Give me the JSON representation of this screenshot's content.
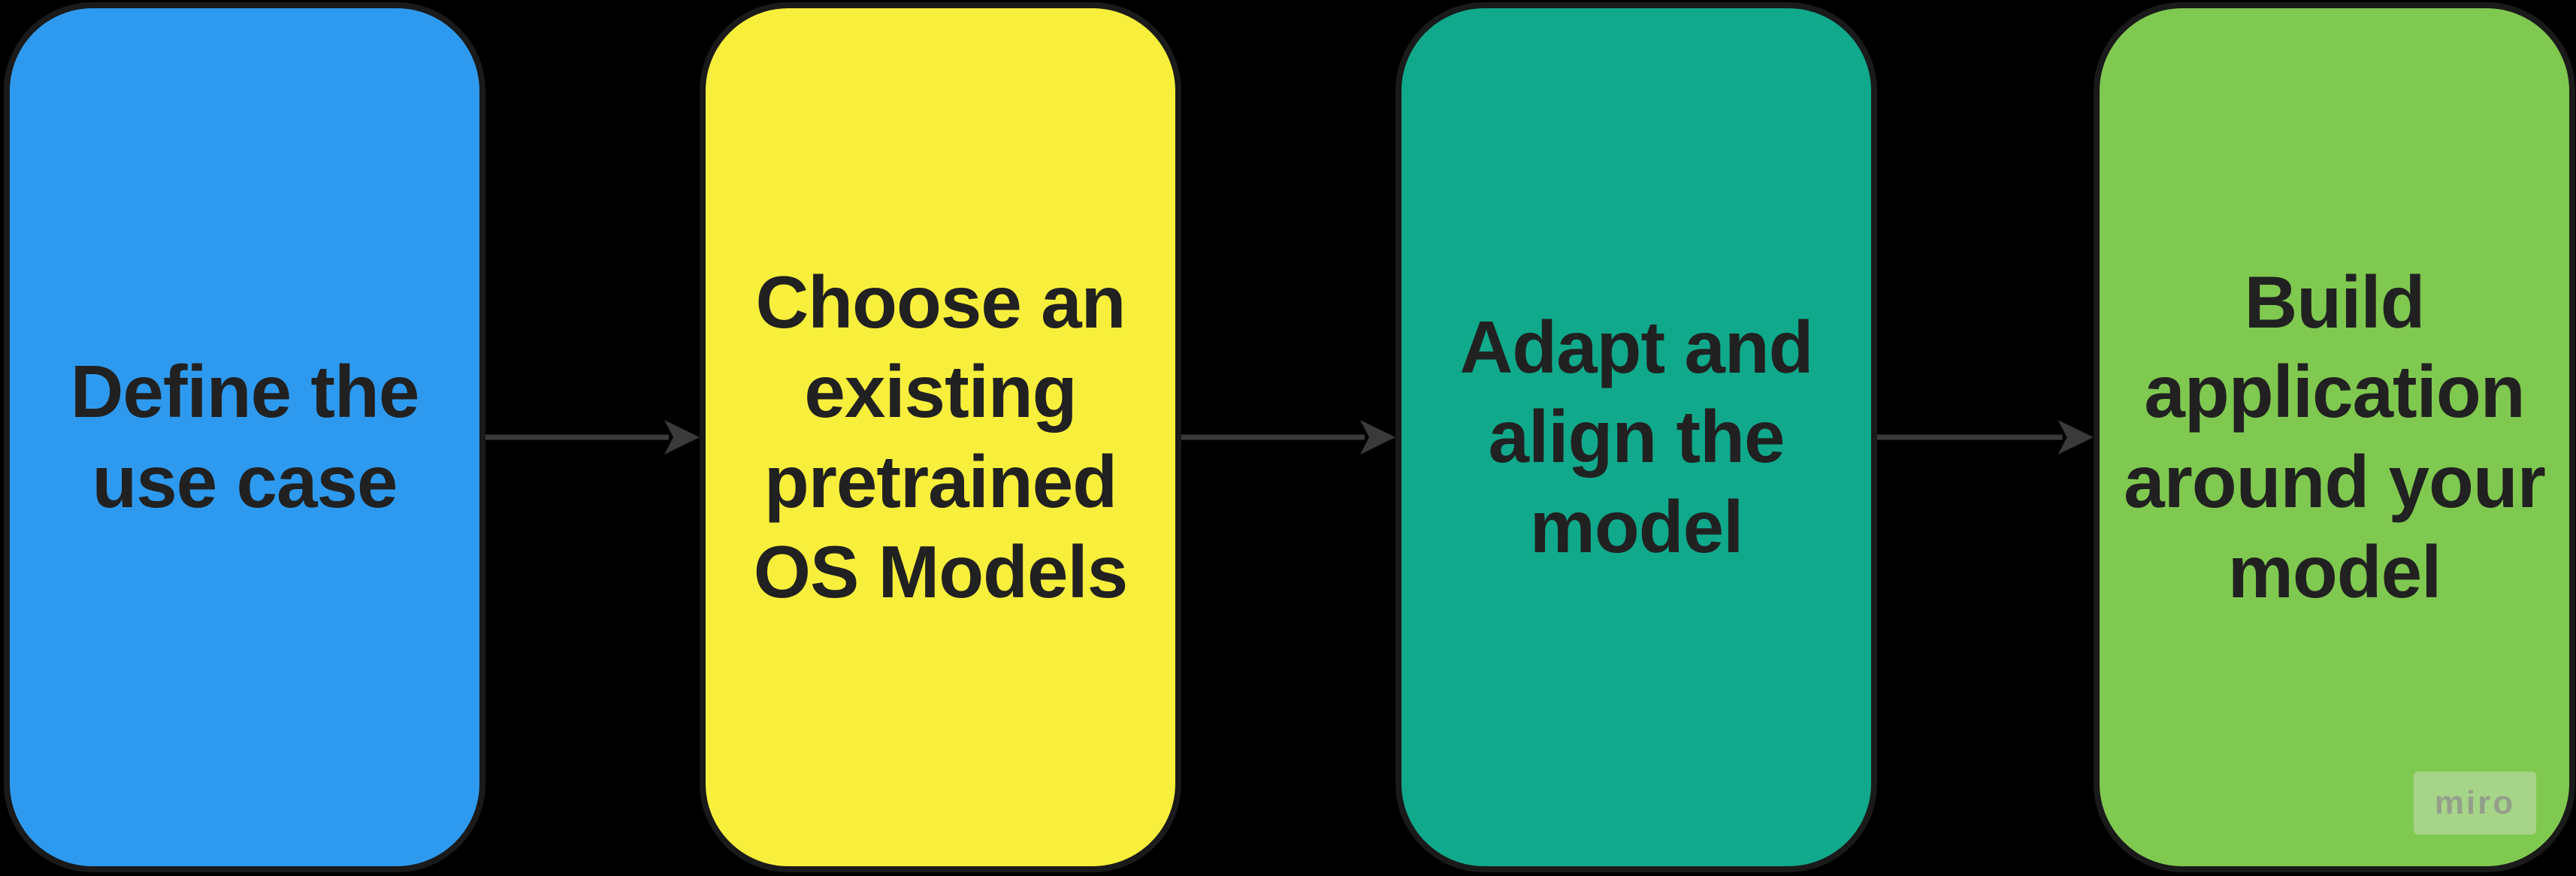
{
  "flowchart": {
    "background_color": "#000000",
    "connector_color": "#3a3a3a",
    "box_border_color": "#1a1a1a",
    "text_color": "#212121",
    "steps": [
      {
        "label": "Define the\nuse case",
        "fill_color": "#2E9AEF"
      },
      {
        "label": "Choose an\nexisting\npretrained\nOS Models",
        "fill_color": "#F8EF3C"
      },
      {
        "label": "Adapt and\nalign the\nmodel",
        "fill_color": "#10A98B"
      },
      {
        "label": "Build\napplication\naround your\nmodel",
        "fill_color": "#80C950"
      }
    ],
    "watermark": {
      "label": "miro",
      "background_color": "#A6D488",
      "text_color": "#949F8B"
    }
  }
}
